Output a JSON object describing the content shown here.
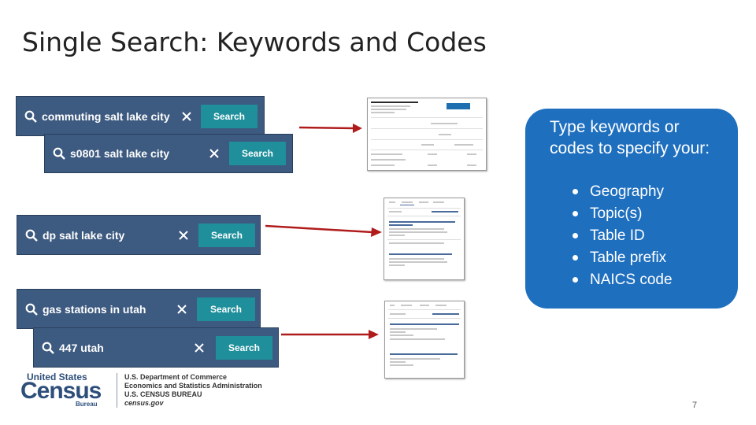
{
  "slide": {
    "title": "Single Search: Keywords and Codes",
    "page_number": "7"
  },
  "search_examples": {
    "commuting": {
      "query": "commuting salt lake city",
      "button": "Search"
    },
    "s0801": {
      "query": "s0801 salt lake city",
      "button": "Search"
    },
    "dp": {
      "query": "dp salt lake city",
      "button": "Search"
    },
    "gas": {
      "query": "gas stations in utah",
      "button": "Search"
    },
    "utah447": {
      "query": "447 utah",
      "button": "Search"
    }
  },
  "callout": {
    "heading": "Type keywords or codes to specify your:",
    "items": [
      "Geography",
      "Topic(s)",
      "Table ID",
      "Table prefix",
      "NAICS code"
    ]
  },
  "footer": {
    "logo_line1": "United States",
    "logo_line2": "Census",
    "logo_line3": "Bureau",
    "dept": "U.S. Department of Commerce",
    "admin": "Economics and Statistics Administration",
    "bureau": "U.S. CENSUS BUREAU",
    "site": "census.gov"
  },
  "colors": {
    "search_bar": "#3d5a80",
    "search_button": "#1f8f9c",
    "callout": "#1f6fbf",
    "arrow": "#b01c1c"
  }
}
